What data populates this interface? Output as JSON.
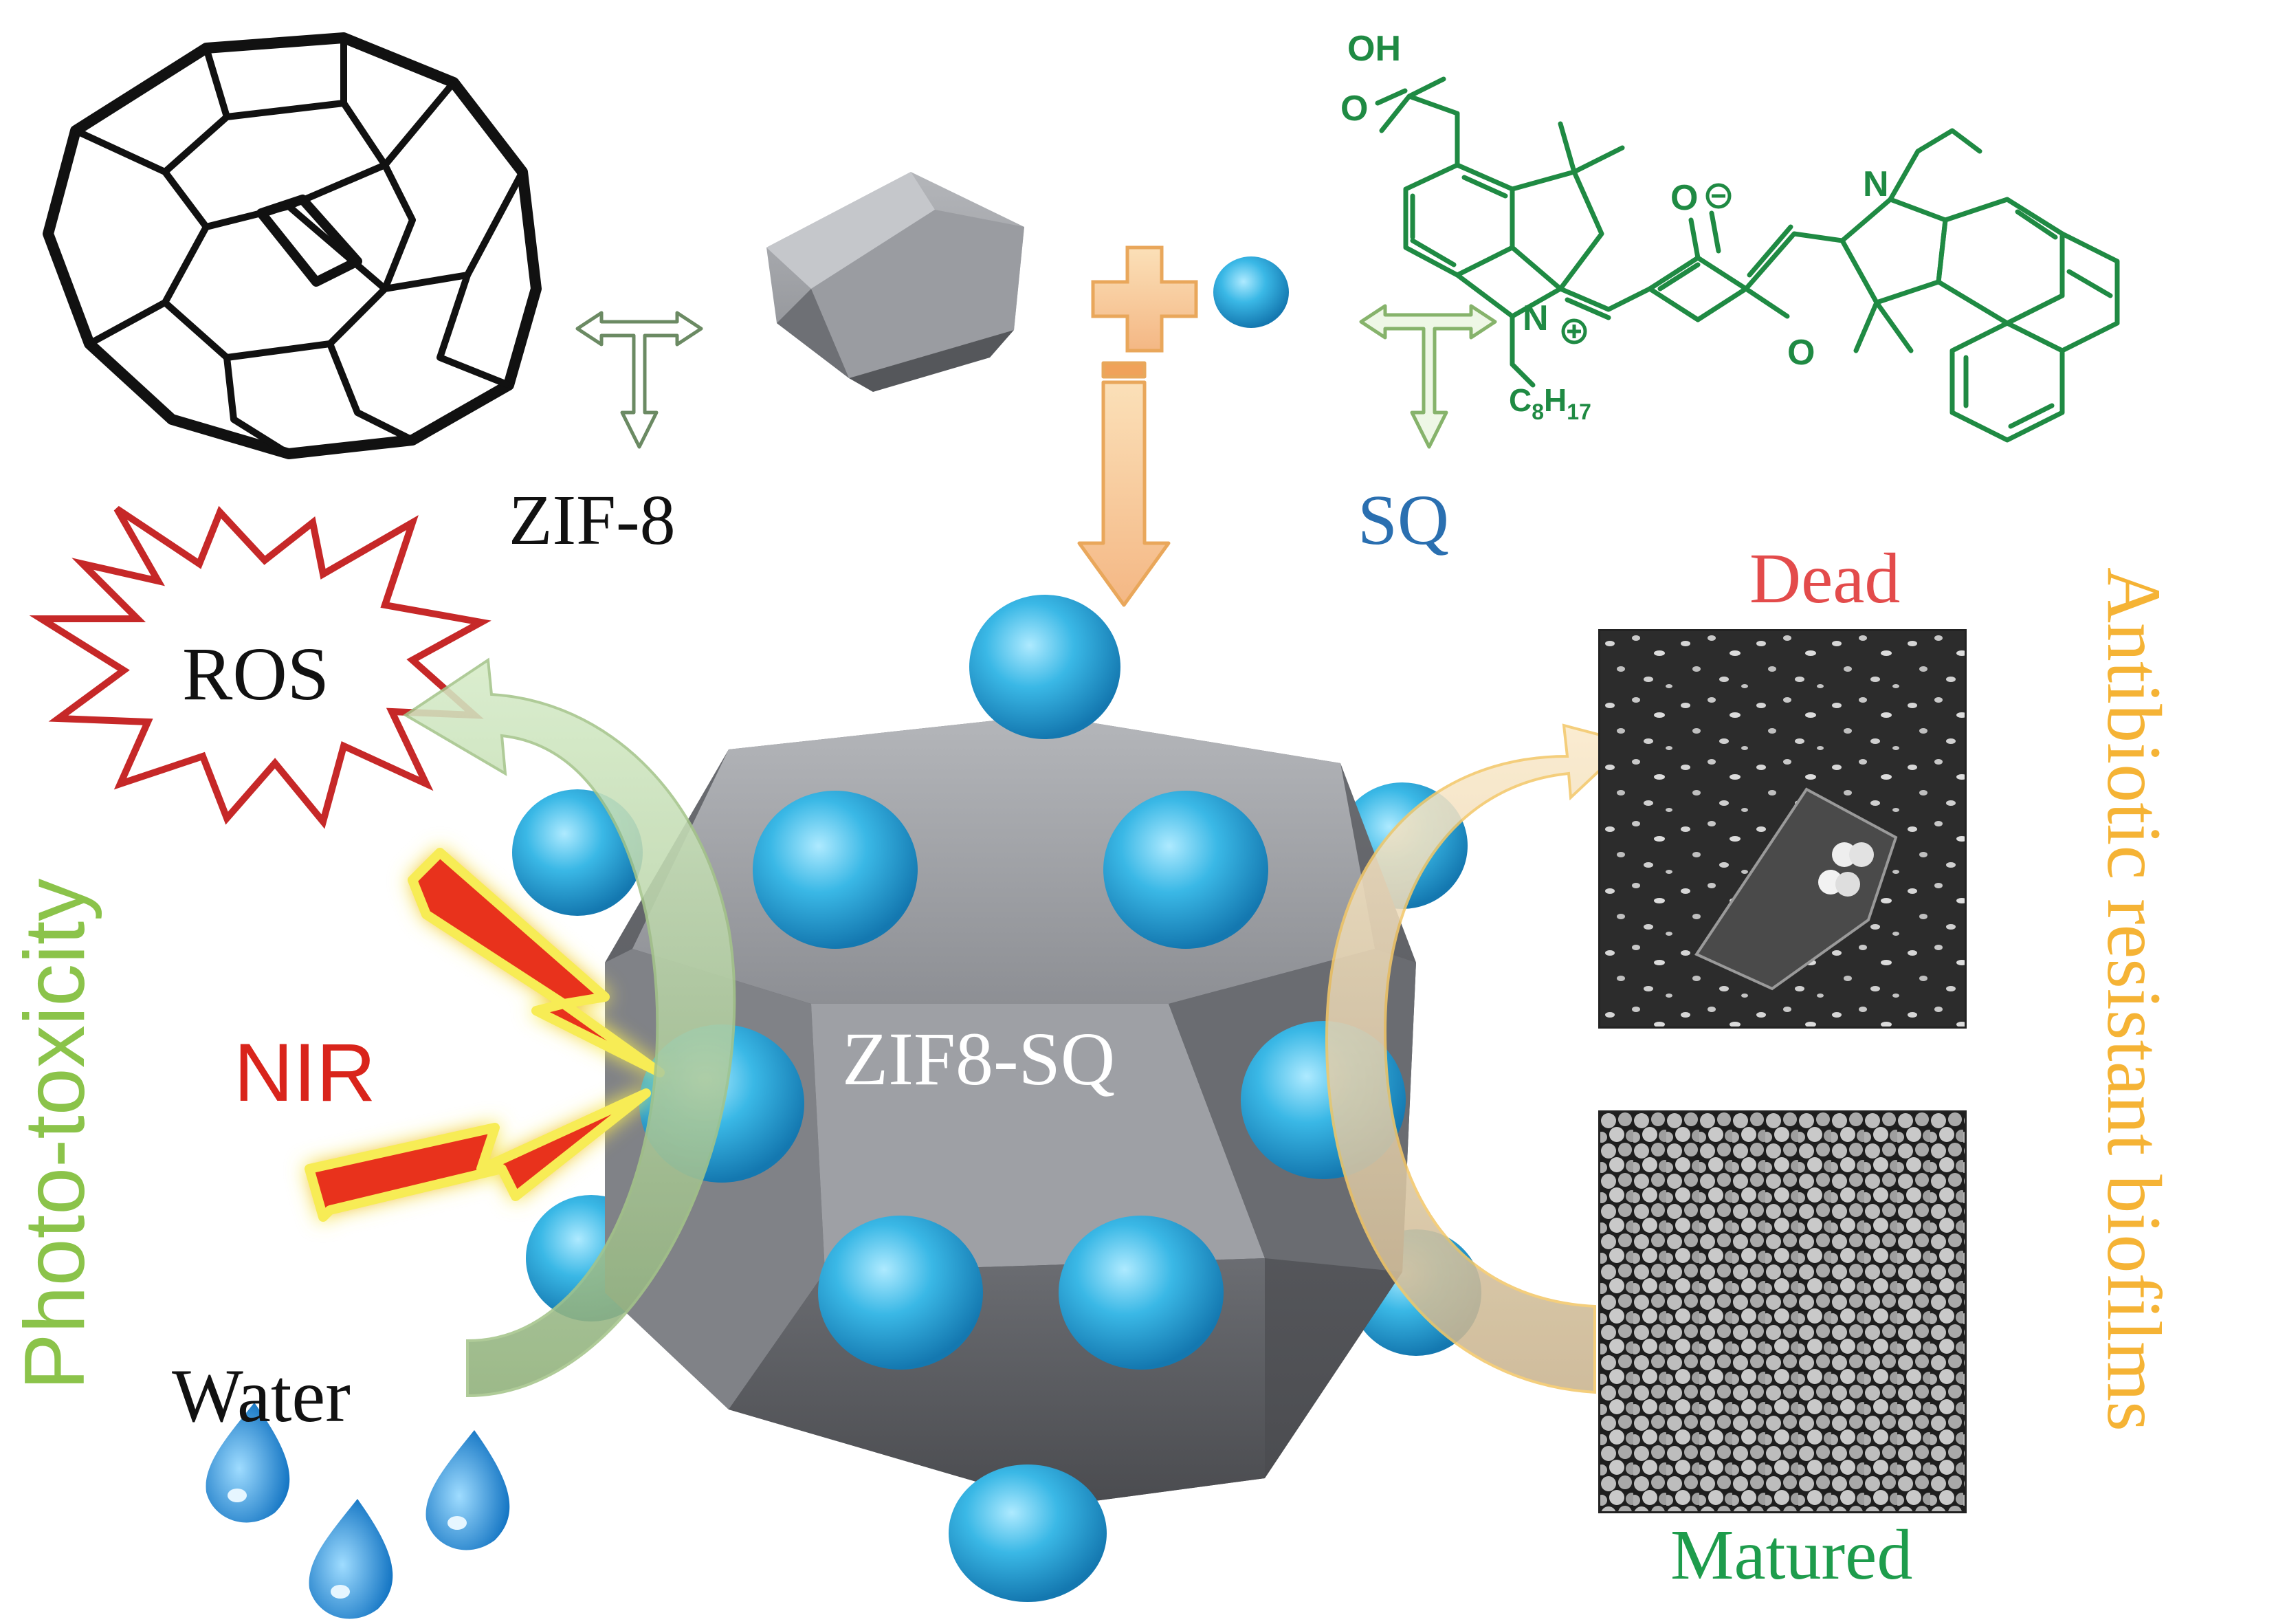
{
  "labels": {
    "zif8": "ZIF-8",
    "sq": "SQ",
    "ros": "ROS",
    "nir": "NIR",
    "water": "Water",
    "zif8_sq": "ZIF8-SQ",
    "photo_toxicity": "Photo-toxicity",
    "dead": "Dead",
    "matured": "Matured",
    "antibiotic_resistant": "Antibiotic resistant biofilms"
  },
  "chemistry": {
    "oh": "OH",
    "o_carboxyl": "O",
    "n_plus": "N",
    "o_minus": "O",
    "o_ketone": "O",
    "n_ethyl": "N",
    "substituent": "C8H17"
  },
  "colors": {
    "sphere": "#3ab8e6",
    "polyhedron": "#8e9095",
    "chemistry": "#1f8a43",
    "ros": "#c62828",
    "nir": "#d9241b",
    "photo_toxicity": "#8bc34a",
    "dead": "#e34b4b",
    "matured": "#1e9c4c",
    "antibiotic": "#f5b335",
    "sq": "#2a6fb0"
  }
}
